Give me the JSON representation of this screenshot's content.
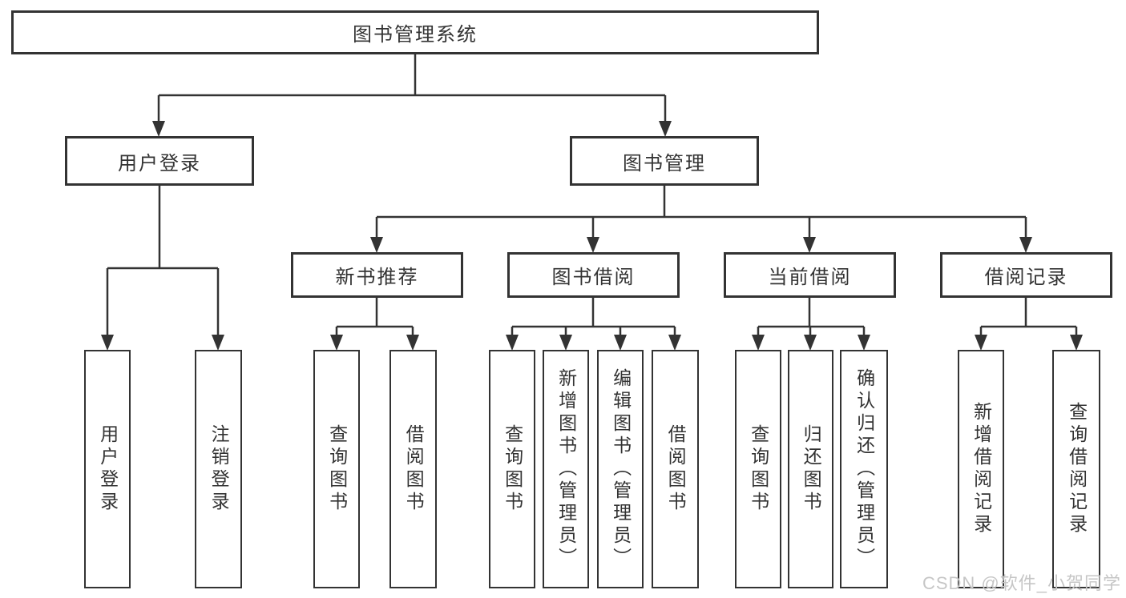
{
  "diagram": {
    "root": {
      "label": "图书管理系统"
    },
    "branches": [
      {
        "label": "用户登录",
        "children": [
          {
            "label": "用户登录"
          },
          {
            "label": "注销登录"
          }
        ]
      },
      {
        "label": "图书管理",
        "children": [
          {
            "label": "新书推荐",
            "children": [
              {
                "label": "查询图书"
              },
              {
                "label": "借阅图书"
              }
            ]
          },
          {
            "label": "图书借阅",
            "children": [
              {
                "label": "查询图书"
              },
              {
                "label": "新增图书（管理员）"
              },
              {
                "label": "编辑图书（管理员）"
              },
              {
                "label": "借阅图书"
              }
            ]
          },
          {
            "label": "当前借阅",
            "children": [
              {
                "label": "查询图书"
              },
              {
                "label": "归还图书"
              },
              {
                "label": "确认归还（管理员）"
              }
            ]
          },
          {
            "label": "借阅记录",
            "children": [
              {
                "label": "新增借阅记录"
              },
              {
                "label": "查询借阅记录"
              }
            ]
          }
        ]
      }
    ]
  },
  "watermark": {
    "text": "CSDN @软件_小贺同学"
  },
  "colors": {
    "line": "#333333",
    "box_border": "#333333",
    "box_background": "#ffffff",
    "text": "#333333",
    "watermark": "#c6c6c6",
    "page_background": "#ffffff"
  }
}
